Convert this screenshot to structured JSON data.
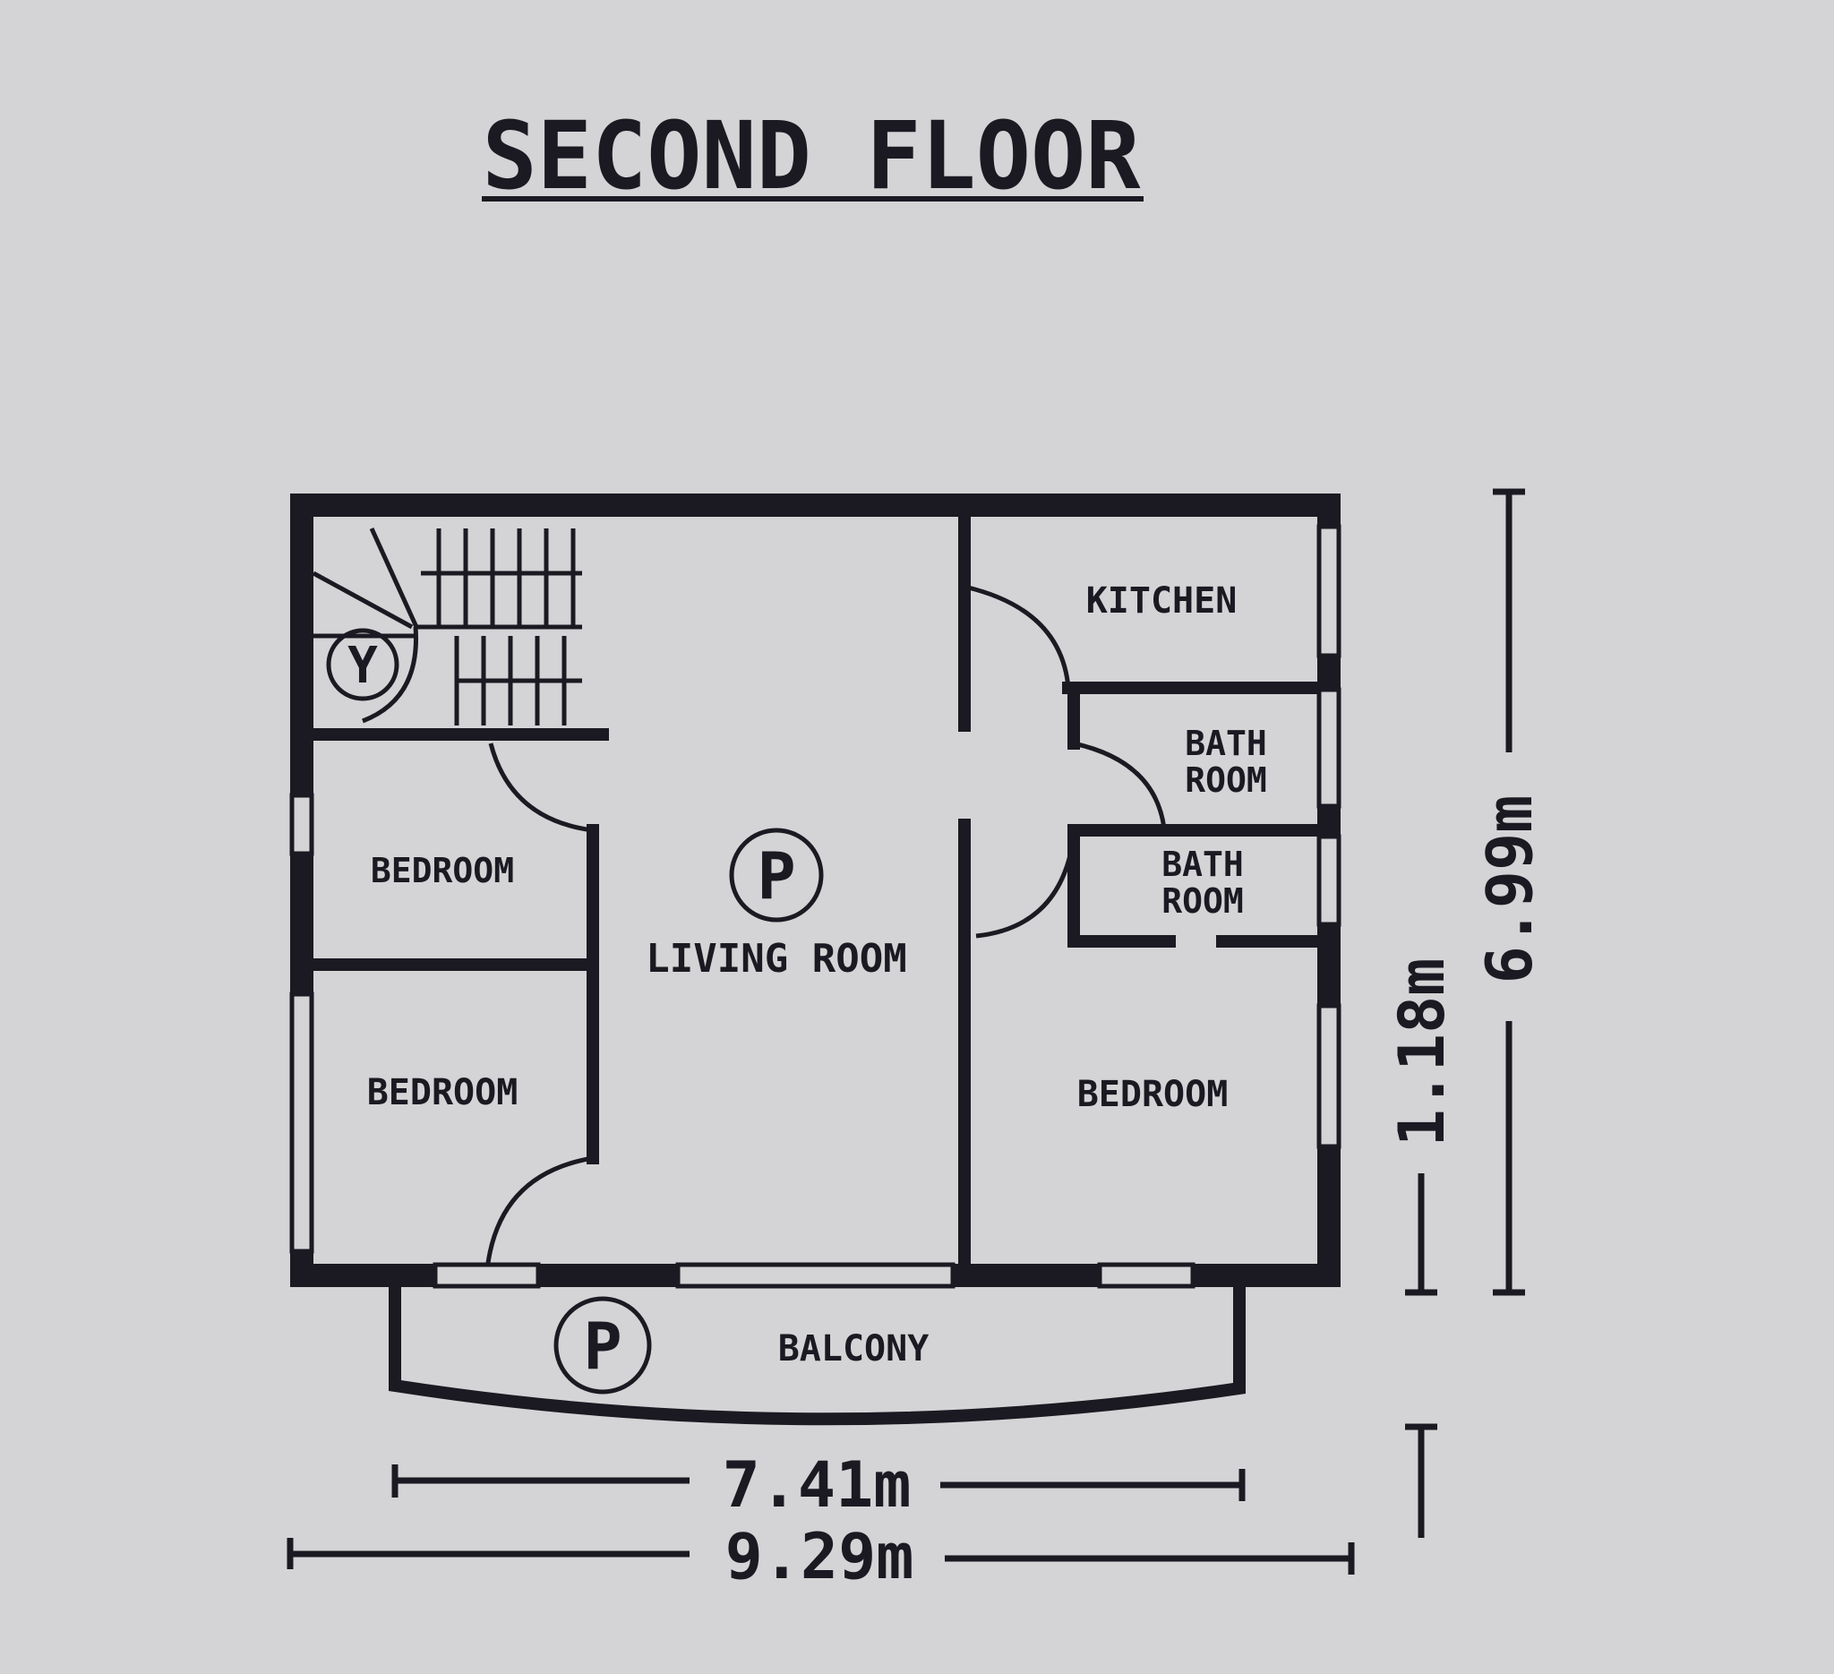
{
  "title": "SECOND FLOOR",
  "rooms": {
    "living_room": "LIVING ROOM",
    "bedroom_top_left": "BEDROOM",
    "bedroom_bottom_left": "BEDROOM",
    "bedroom_right": "BEDROOM",
    "kitchen": "KITCHEN",
    "bathroom_1": [
      "BATH",
      "ROOM"
    ],
    "bathroom_2": [
      "BATH",
      "ROOM"
    ],
    "balcony": "BALCONY"
  },
  "symbols": {
    "living_marker": "P",
    "balcony_marker": "P",
    "stair_marker": "Y"
  },
  "dimensions": {
    "balcony_width": "7.41m",
    "total_width": "9.29m",
    "total_depth": "6.99m",
    "balcony_depth": "1.18m"
  },
  "colors": {
    "ink": "#1b1a22",
    "paper": "#d4d4d6"
  }
}
